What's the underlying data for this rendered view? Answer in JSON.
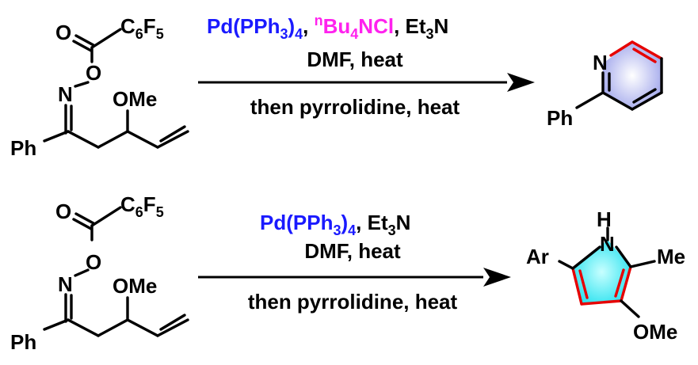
{
  "reaction1": {
    "reactant": {
      "ester_o": "O",
      "c6f5": "C6F5",
      "oxime_o": "O",
      "n": "N",
      "ome": "OMe",
      "ph": "Ph"
    },
    "conditions": {
      "catalyst": "Pd(PPh3)4",
      "additive": "nBu4NCl",
      "base": "Et3N",
      "line2": "DMF, heat",
      "line3": "then pyrrolidine, heat"
    },
    "product": {
      "n": "N",
      "ph": "Ph"
    },
    "colors": {
      "catalyst": "#1a1aff",
      "additive": "#ff22ee",
      "ring_fill": "#aab0ee",
      "ring_bond": "#e60000"
    }
  },
  "reaction2": {
    "reactant": {
      "ester_o": "O",
      "c6f5": "C6F5",
      "oxime_o": "O",
      "n": "N",
      "ome": "OMe",
      "ph": "Ph"
    },
    "conditions": {
      "catalyst": "Pd(PPh3)4",
      "base": "Et3N",
      "line2": "DMF, heat",
      "line3": "then pyrrolidine, heat"
    },
    "product": {
      "h": "H",
      "n": "N",
      "ar": "Ar",
      "me": "Me",
      "ome": "OMe"
    },
    "colors": {
      "catalyst": "#1a1aff",
      "ring_fill": "#33e6f0",
      "ring_bond": "#e60000"
    }
  }
}
